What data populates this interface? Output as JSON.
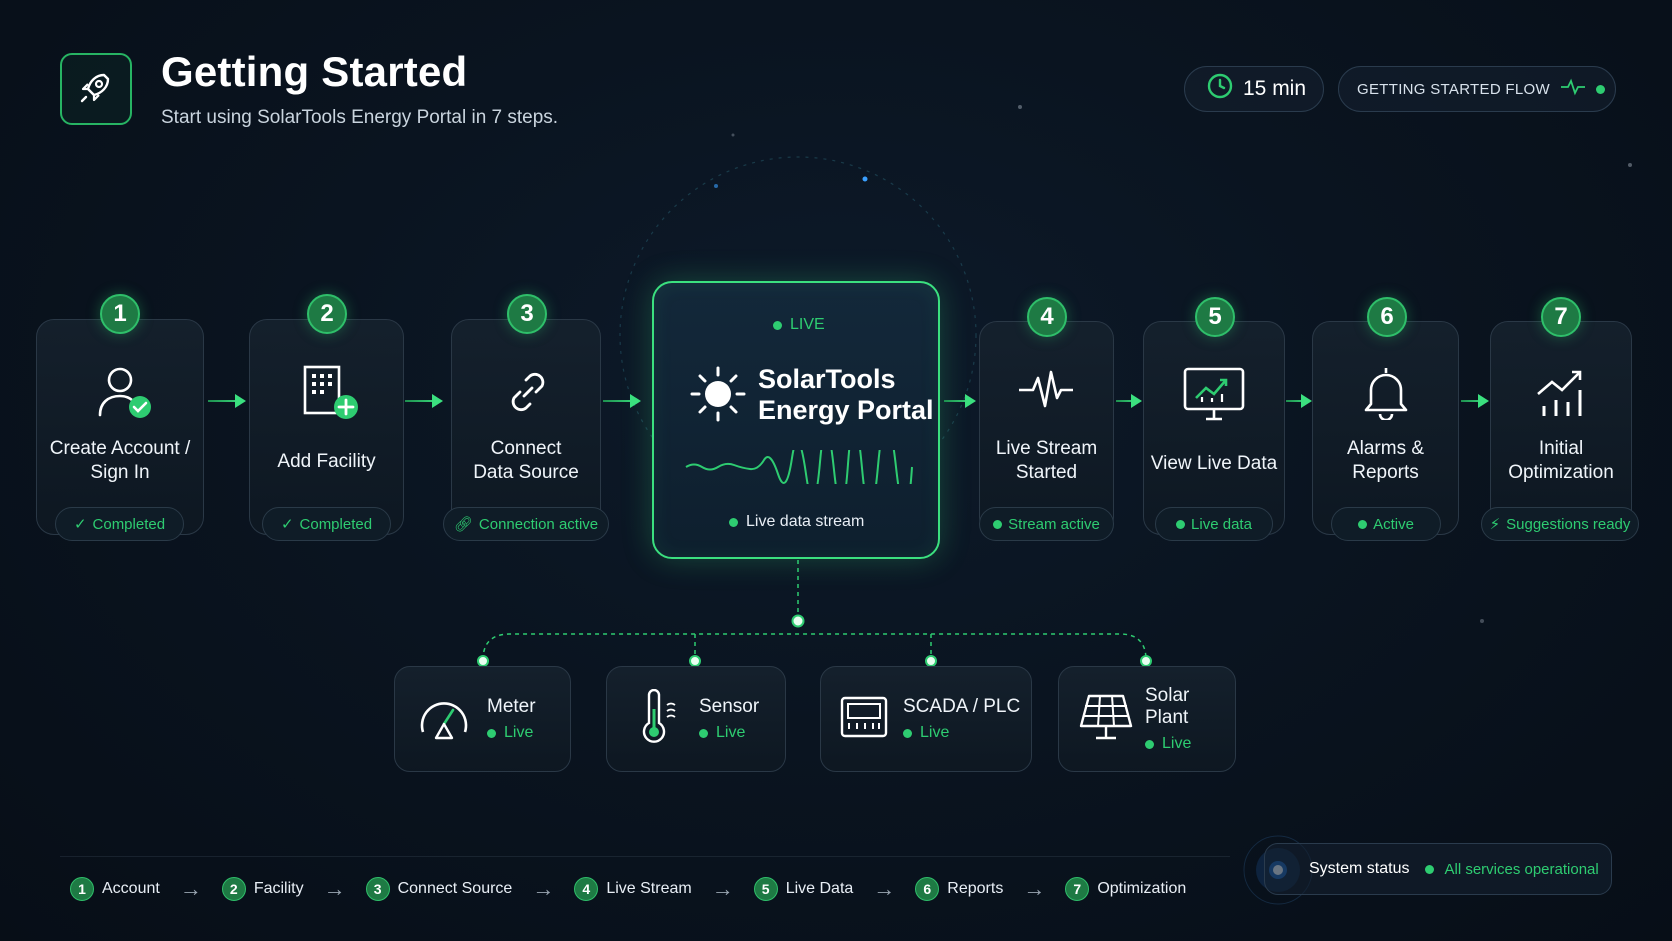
{
  "header": {
    "title": "Getting Started",
    "subtitle": "Start using SolarTools Energy Portal in 7 steps.",
    "duration": "15 min",
    "flow_label": "GETTING STARTED FLOW",
    "icon": "rocket-icon"
  },
  "steps": [
    {
      "num": "1",
      "label_lines": [
        "Create Account /",
        "Sign In"
      ],
      "status": "Completed",
      "status_icon": "check-icon",
      "icon": "user-check-icon"
    },
    {
      "num": "2",
      "label_lines": [
        "Add Facility"
      ],
      "status": "Completed",
      "status_icon": "check-icon",
      "icon": "building-add-icon"
    },
    {
      "num": "3",
      "label_lines": [
        "Connect",
        "Data Source"
      ],
      "status": "Connection active",
      "status_icon": "link-icon",
      "icon": "link-icon"
    },
    {
      "num": "4",
      "label_lines": [
        "Live Stream",
        "Started"
      ],
      "status": "Stream active",
      "status_icon": "dot",
      "icon": "pulse-icon"
    },
    {
      "num": "5",
      "label_lines": [
        "View Live Data"
      ],
      "status": "Live data",
      "status_icon": "dot",
      "icon": "monitor-chart-icon"
    },
    {
      "num": "6",
      "label_lines": [
        "Alarms &",
        "Reports"
      ],
      "status": "Active",
      "status_icon": "dot",
      "icon": "bell-icon"
    },
    {
      "num": "7",
      "label_lines": [
        "Initial",
        "Optimization"
      ],
      "status": "Suggestions ready",
      "status_icon": "bolt-icon",
      "icon": "trend-up-icon"
    }
  ],
  "portal": {
    "live_label": "LIVE",
    "name_line1": "SolarTools",
    "name_line2": "Energy Portal",
    "stream_label": "Live data stream",
    "icon": "sun-icon"
  },
  "sources": [
    {
      "name": "Meter",
      "status": "Live",
      "icon": "gauge-icon"
    },
    {
      "name": "Sensor",
      "status": "Live",
      "icon": "thermometer-icon"
    },
    {
      "name": "SCADA / PLC",
      "status": "Live",
      "icon": "plc-icon"
    },
    {
      "name": "Solar Plant",
      "status": "Live",
      "icon": "solar-panel-icon"
    }
  ],
  "nav": [
    {
      "num": "1",
      "label": "Account"
    },
    {
      "num": "2",
      "label": "Facility"
    },
    {
      "num": "3",
      "label": "Connect Source"
    },
    {
      "num": "4",
      "label": "Live Stream"
    },
    {
      "num": "5",
      "label": "Live Data"
    },
    {
      "num": "6",
      "label": "Reports"
    },
    {
      "num": "7",
      "label": "Optimization"
    }
  ],
  "system_status": {
    "label": "System status",
    "value": "All services operational"
  },
  "colors": {
    "accent": "#2ecc71",
    "background": "#0a1420",
    "card_border": "#2a3846"
  }
}
